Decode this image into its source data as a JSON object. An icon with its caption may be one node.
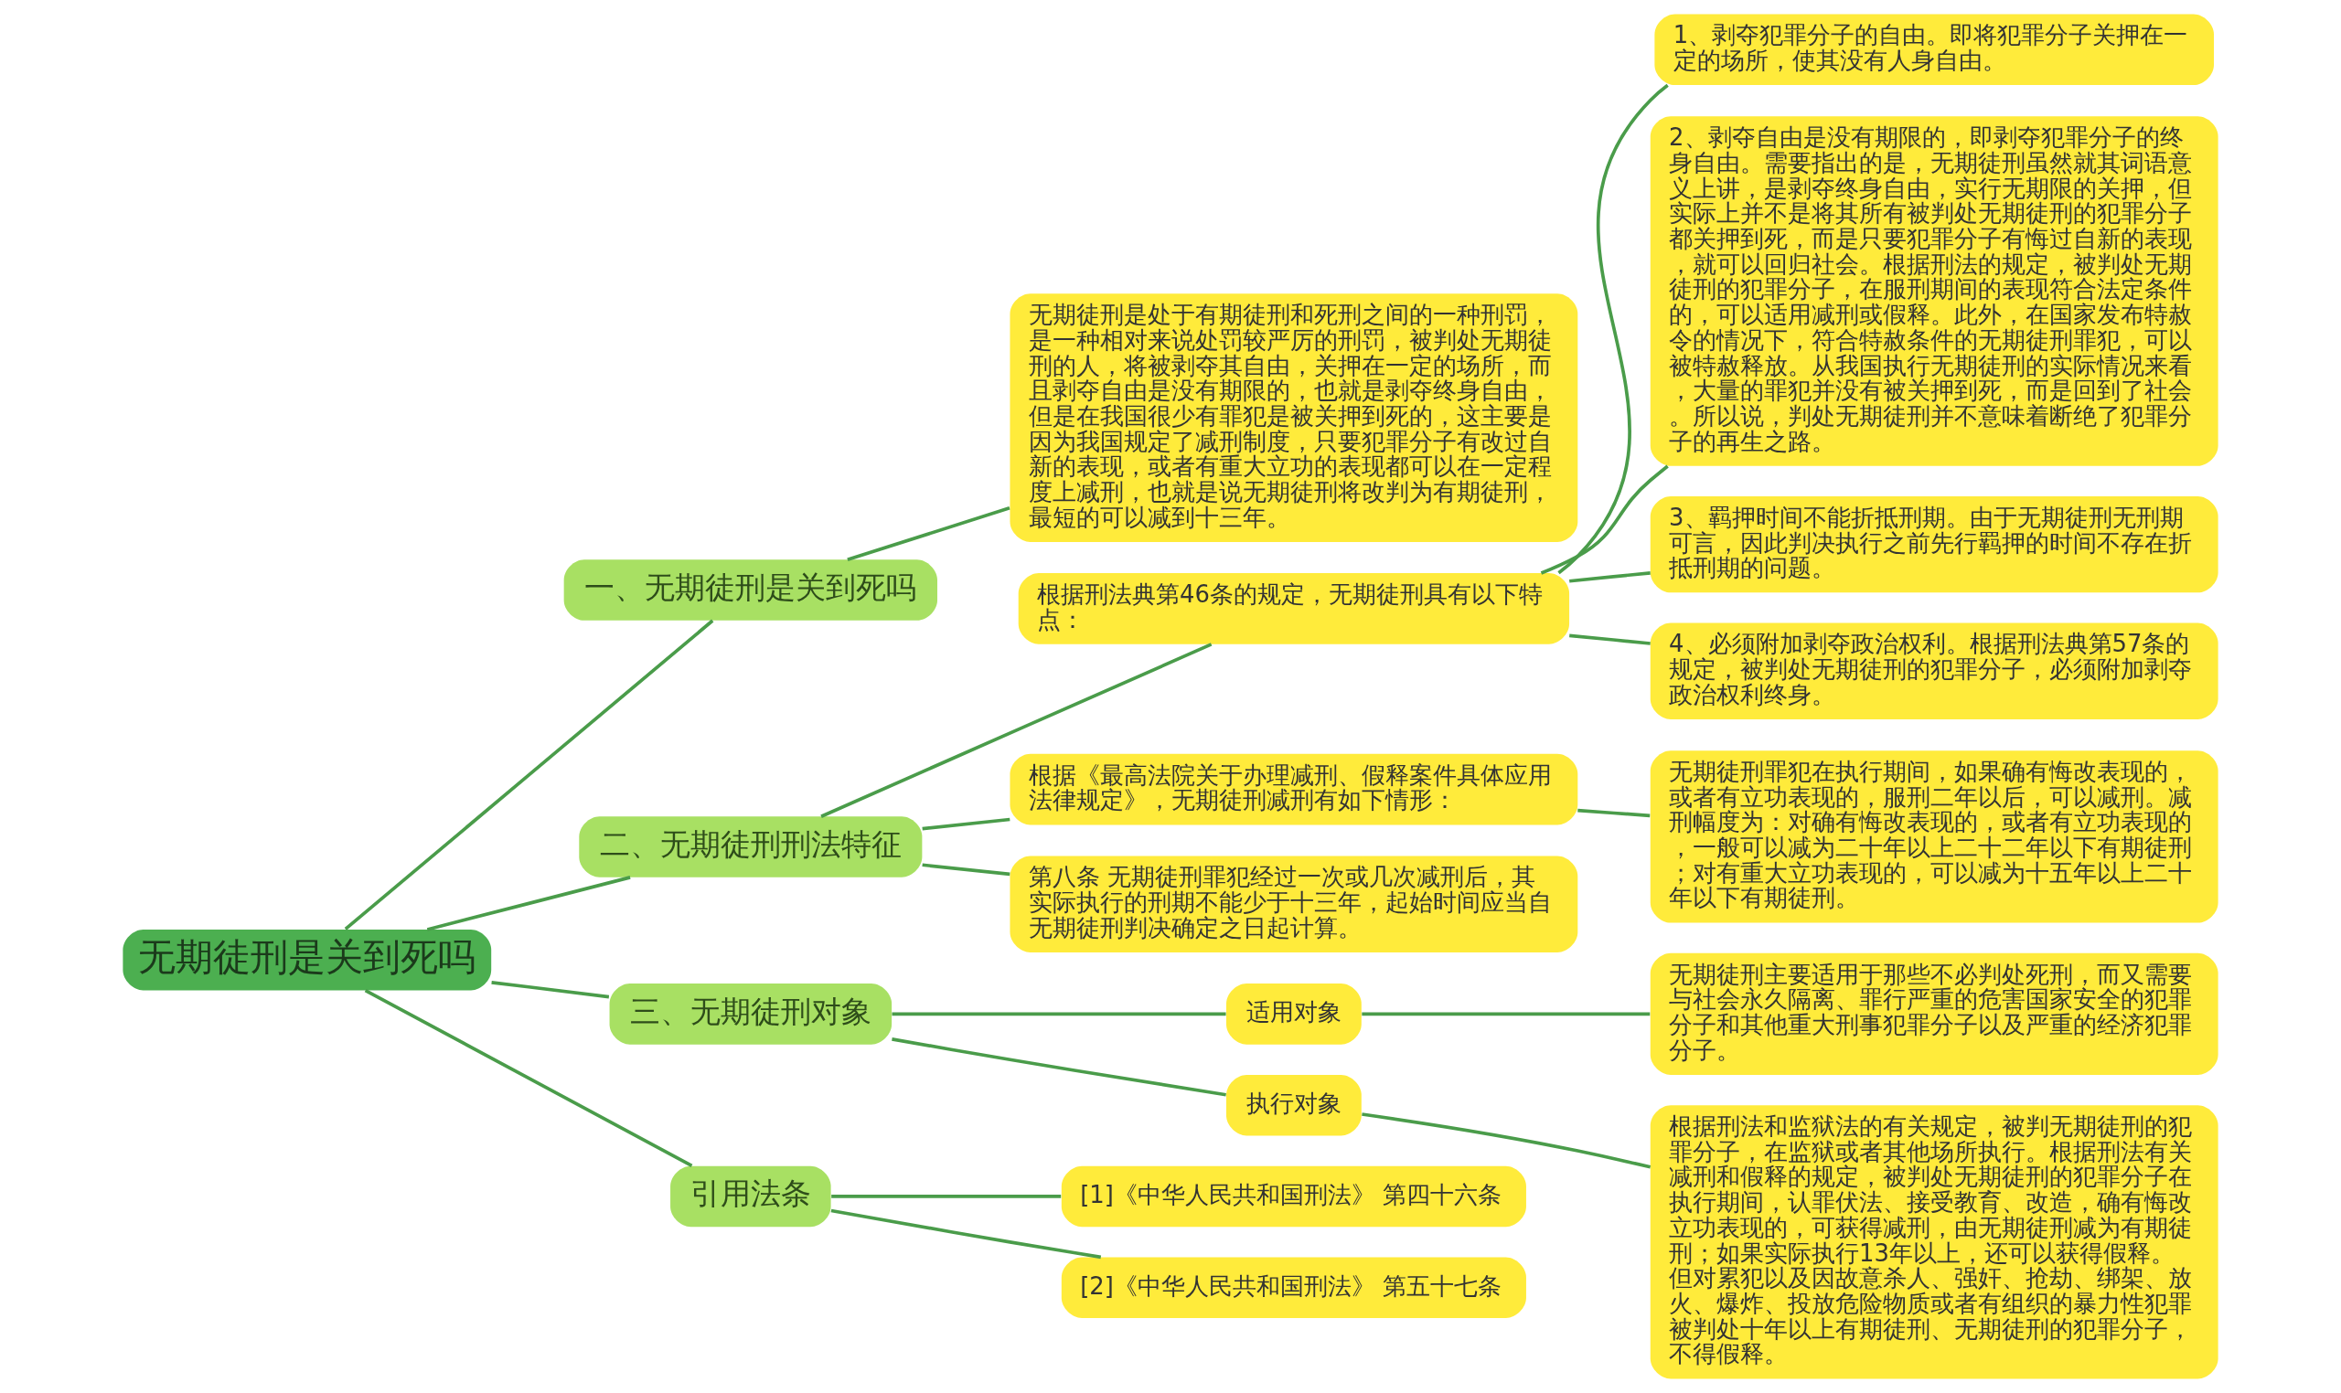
{
  "diagram": {
    "nodes": [
      {
        "text": [
          "无期徒刑是关到死吗"
        ]
      },
      {
        "text": [
          "一、无期徒刑是关到死吗"
        ]
      },
      {
        "text": [
          "无期徒刑是处于有期徒刑和死刑之间的一种刑罚，是一种相对来说处罚较严厉的刑罚，被判处无期徒刑的人，将被剥夺其自由，关押在一定的场所，而且剥夺自由是没有期限的，也就是剥夺终身自由，但是在我国很少有罪犯是被关押到死的，这主要是因为我国规定了减刑制度，只要犯罪分子有改过自新的表现，或者有重大立功的表现都可以在一定程度上减刑，也就是说无期徒刑将改判为有期徒刑，最短的可以减到十三年。"
        ]
      },
      {
        "text": [
          "二、无期徒刑刑法特征"
        ]
      },
      {
        "text": [
          "根据刑法典第46条的规定，无期徒刑具有以下特点："
        ]
      },
      {
        "text": [
          "1、剥夺犯罪分子的自由。即将犯罪分子关押在一定的场所，使其没有人身自由。"
        ]
      },
      {
        "text": [
          "2、剥夺自由是没有期限的，即剥夺犯罪分子的终身自由。需要指出的是，无期徒刑虽然就其词语意义上讲，是剥夺终身自由，实行无期限的关押，但实际上并不是将其所有被判处无期徒刑的犯罪分子都关押到死，而是只要犯罪分子有悔过自新的表现，就可以回归社会。根据刑法的规定，被判处无期徒刑的犯罪分子，在服刑期间的表现符合法定条件的，可以适用减刑或假释。此外，在国家发布特赦令的情况下，符合特赦条件的无期徒刑罪犯，可以被特赦释放。从我国执行无期徒刑的实际情况来看，大量的罪犯并没有被关押到死，而是回到了社会。所以说，判处无期徒刑并不意味着断绝了犯罪分子的再生之路。"
        ]
      },
      {
        "text": [
          "3、羁押时间不能折抵刑期。由于无期徒刑无刑期可言，因此判决执行之前先行羁押的时间不存在折抵刑期的问题。"
        ]
      },
      {
        "text": [
          "4、必须附加剥夺政治权利。根据刑法典第57条的规定，被判处无期徒刑的犯罪分子，必须附加剥夺政治权利终身。"
        ]
      },
      {
        "text": [
          "根据《最高法院关于办理减刑、假释案件具体应用法律规定》，无期徒刑减刑有如下情形："
        ]
      },
      {
        "text": [
          "无期徒刑罪犯在执行期间，如果确有悔改表现的，或者有立功表现的，服刑二年以后，可以减刑。减刑幅度为：对确有悔改表现的，或者有立功表现的，一般可以减为二十年以上二十二年以下有期徒刑；对有重大立功表现的，可以减为十五年以上二十年以下有期徒刑。"
        ]
      },
      {
        "text": [
          "第八条 无期徒刑罪犯经过一次或几次减刑后，其实际执行的刑期不能少于十三年，起始时间应当自无期徒刑判决确定之日起计算。"
        ]
      },
      {
        "text": [
          "三、无期徒刑对象"
        ]
      },
      {
        "text": [
          "适用对象"
        ]
      },
      {
        "text": [
          "无期徒刑主要适用于那些不必判处死刑，而又需要与社会永久隔离、罪行严重的危害国家安全的犯罪分子和其他重大刑事犯罪分子以及严重的经济犯罪分子。"
        ]
      },
      {
        "text": [
          "执行对象"
        ]
      },
      {
        "text": [
          "根据刑法和监狱法的有关规定，被判无期徒刑的犯罪分子，在监狱或者其他场所执行。根据刑法有关减刑和假释的规定，被判处无期徒刑的犯罪分子在执行期间，认罪伏法、接受教育、改造，确有悔改立功表现的，可获得减刑，由无期徒刑减为有期徒刑；如果实际执行13年以上，还可以获得假释。但对累犯以及因故意杀人、强奸、抢劫、绑架、放火、爆炸、投放危险物质或者有组织的暴力性犯罪被判处十年以上有期徒刑、无期徒刑的犯罪分子，不得假释。"
        ]
      },
      {
        "text": [
          "引用法条"
        ]
      },
      {
        "text": [
          "[1]《中华人民共和国刑法》 第四十六条"
        ]
      },
      {
        "text": [
          "[2]《中华人民共和国刑法》 第五十七条"
        ]
      }
    ],
    "edges": [
      {
        "from": 0,
        "to": 1,
        "arrow": "none"
      },
      {
        "from": 1,
        "to": 2,
        "arrow": "none"
      },
      {
        "from": 0,
        "to": 3,
        "arrow": "none"
      },
      {
        "from": 3,
        "to": 4,
        "arrow": "none"
      },
      {
        "from": 4,
        "to": 5,
        "arrow": "none"
      },
      {
        "from": 4,
        "to": 6,
        "arrow": "none"
      },
      {
        "from": 4,
        "to": 7,
        "arrow": "none"
      },
      {
        "from": 4,
        "to": 8,
        "arrow": "none"
      },
      {
        "from": 3,
        "to": 9,
        "arrow": "none"
      },
      {
        "from": 9,
        "to": 10,
        "arrow": "none"
      },
      {
        "from": 3,
        "to": 11,
        "arrow": "none"
      },
      {
        "from": 0,
        "to": 12,
        "arrow": "none"
      },
      {
        "from": 12,
        "to": 13,
        "arrow": "none"
      },
      {
        "from": 13,
        "to": 14,
        "arrow": "none"
      },
      {
        "from": 12,
        "to": 15,
        "arrow": "none"
      },
      {
        "from": 15,
        "to": 16,
        "arrow": "none"
      },
      {
        "from": 0,
        "to": 17,
        "arrow": "none"
      },
      {
        "from": 17,
        "to": 18,
        "arrow": "none"
      },
      {
        "from": 17,
        "to": 19,
        "arrow": "none"
      }
    ]
  }
}
